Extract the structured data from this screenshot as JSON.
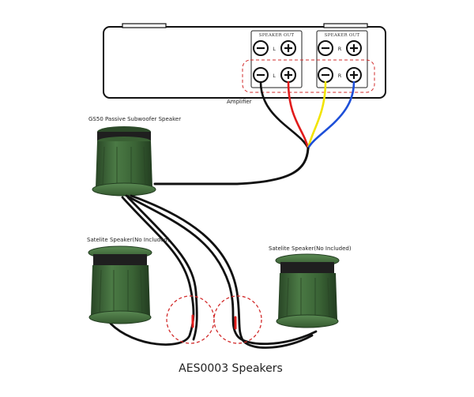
{
  "amplifier": {
    "label": "Amplifier",
    "panel_left_title": "SPEAKER OUT",
    "panel_right_title": "SPEAKER OUT",
    "left_letter": "L",
    "right_letter": "R",
    "minus_symbol": "−",
    "plus_symbol": "+"
  },
  "subwoofer": {
    "label": "GS50 Passive Subwoofer Speaker"
  },
  "satellite_left": {
    "label": "Satelite Speaker(No Included)"
  },
  "satellite_right": {
    "label": "Satelite Speaker(No Included)"
  },
  "caption": "AES0003 Speakers",
  "colors": {
    "speaker_green": "#3f6a3a",
    "speaker_dark": "#2b4a28",
    "wire_black": "#111111",
    "wire_red": "#e11b1b",
    "wire_yellow": "#f2e400",
    "wire_blue": "#1d4fd8",
    "dashed_red": "#d22b2b"
  }
}
